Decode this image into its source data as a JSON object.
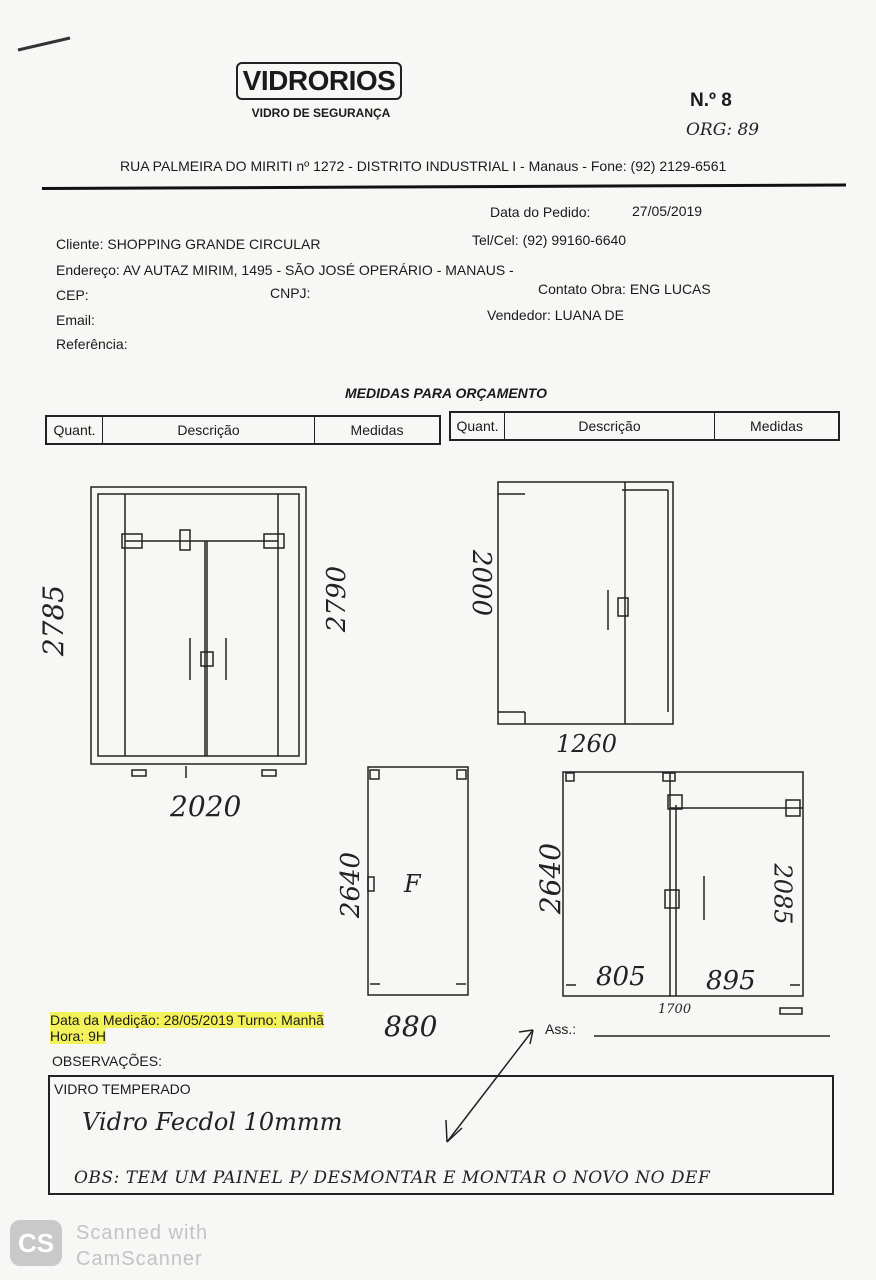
{
  "header": {
    "logo": "VIDRORIOS",
    "logo_sub": "VIDRO DE SEGURANÇA",
    "number_label": "N.º 8",
    "org_note": "ORG: 89",
    "address": "RUA PALMEIRA DO MIRITI nº 1272 - DISTRITO INDUSTRIAL I  - Manaus - Fone: (92) 2129-6561"
  },
  "order": {
    "date_label": "Data do Pedido:",
    "date_value": "27/05/2019",
    "client": "Cliente: SHOPPING GRANDE CIRCULAR",
    "phone": "Tel/Cel: (92) 99160-6640",
    "address": "Endereço: AV AUTAZ MIRIM, 1495 - SÃO JOSÉ OPERÁRIO - MANAUS -",
    "cep": "CEP:",
    "cnpj": "CNPJ:",
    "contact": "Contato Obra: ENG LUCAS",
    "email": "Email:",
    "seller": "Vendedor: LUANA DE",
    "reference": "Referência:"
  },
  "section_title": "MEDIDAS PARA ORÇAMENTO",
  "table_headers": [
    "Quant.",
    "Descrição",
    "Medidas"
  ],
  "sketches": {
    "d1_height_left": "2785",
    "d1_height_right": "2790",
    "d1_width": "2020",
    "d2_height": "2000",
    "d2_width": "1260",
    "d3_height": "2640",
    "d3_width": "880",
    "d3_mark": "F",
    "d4_height_left": "2640",
    "d4_height_right": "2085",
    "d4_width_left": "805",
    "d4_width_right": "895",
    "d4_bottom": "1700"
  },
  "measure": {
    "line1": "Data da Medição: 28/05/2019  Turno: Manhã",
    "line2": "Hora: 9H",
    "signature_label": "Ass.:"
  },
  "observations": {
    "label": "OBSERVAÇÕES:",
    "typed": "VIDRO TEMPERADO",
    "hand1": "Vidro Fecdol 10mmm",
    "hand2": "OBS: TEM UM PAINEL P/ DESMONTAR E MONTAR O NOVO NO DEF"
  },
  "watermark": {
    "badge": "CS",
    "line1": "Scanned with",
    "line2": "CamScanner"
  }
}
